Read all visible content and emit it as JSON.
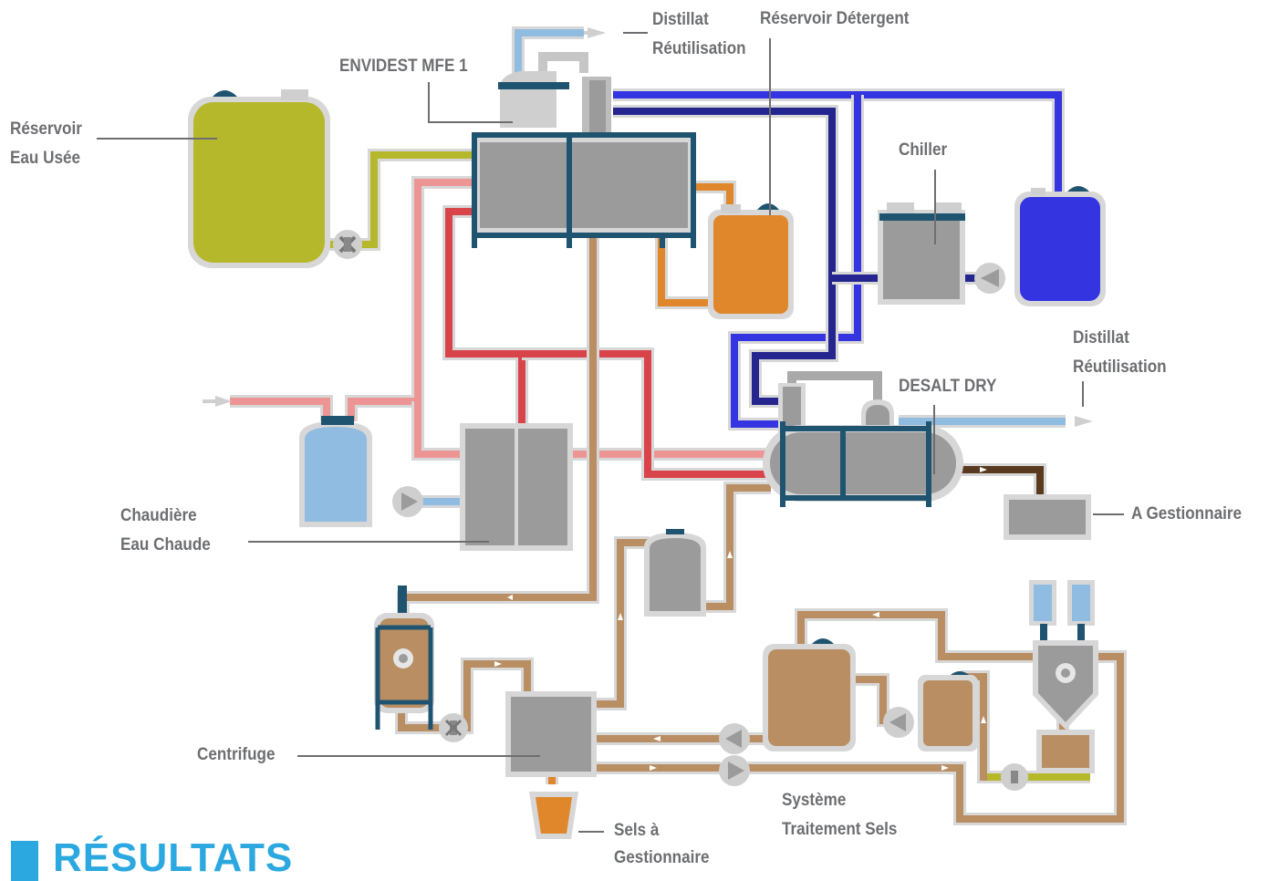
{
  "labels": {
    "reservoir_eau_usee": [
      "Réservoir",
      "Eau Usée"
    ],
    "envidest": "ENVIDEST  MFE 1",
    "distillat_top": [
      "Distillat",
      "Réutilisation"
    ],
    "reservoir_detergent": "Réservoir Détergent",
    "chiller": "Chiller",
    "distillat_right": [
      "Distillat",
      "Réutilisation"
    ],
    "desalt_dry": "DESALT DRY",
    "a_gestionnaire": "A Gestionnaire",
    "chaudiere": [
      "Chaudière",
      "Eau Chaude"
    ],
    "centrifuge": "Centrifuge",
    "systeme_traitement": [
      "Système",
      "Traitement Sels"
    ],
    "sels_gestionnaire": [
      "Sels à",
      "Gestionnaire"
    ]
  },
  "section_heading": "RÉSULTATS",
  "colors": {
    "waste_water": "#b6b82c",
    "hot_light": "#ed9594",
    "hot_dark": "#d9434a",
    "brine": "#b98e63",
    "detergent": "#e0862b",
    "cold_blue": "#3434e0",
    "cold_navy": "#25258f",
    "distillate": "#8fbce0",
    "frame": "#1f5470",
    "equipment": "#9b9b9b",
    "outline": "#d7d7d7",
    "waste_out": "#5a3a1e",
    "heading": "#2aa8df",
    "label": "#6d6e71"
  }
}
